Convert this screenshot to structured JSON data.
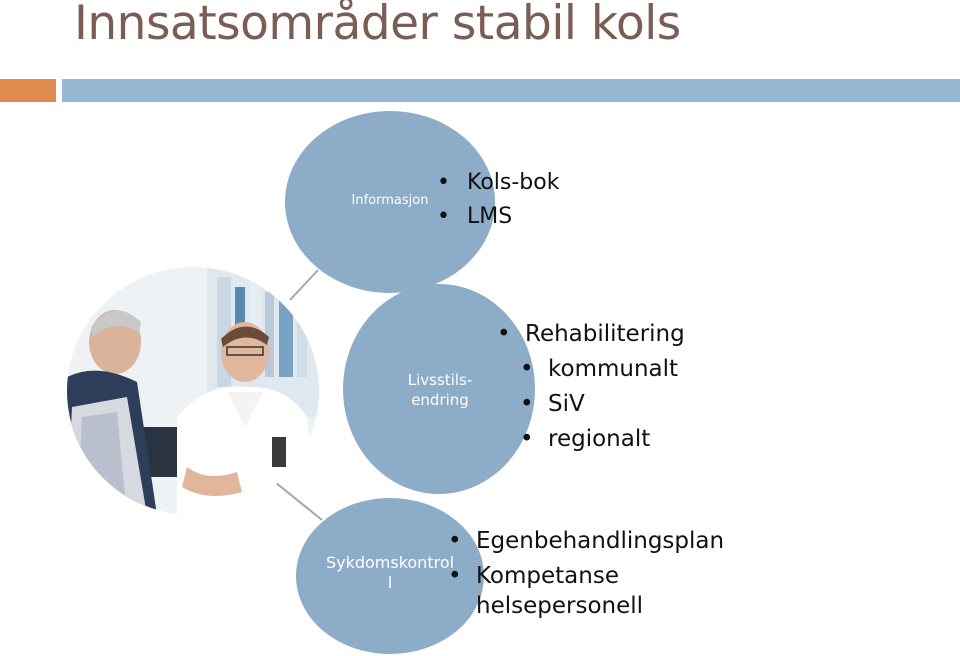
{
  "slide": {
    "title": "Innsatsområder stabil kols",
    "colors": {
      "title": "#7a5e55",
      "accent_orange": "#e08a50",
      "accent_blue": "#97b6d2",
      "circle": "#8cacc8"
    }
  },
  "circles": [
    {
      "label": "Informasjon",
      "bullets": [
        "Kols-bok",
        "LMS"
      ]
    },
    {
      "label_lines": [
        "Livsstils-",
        "endring"
      ],
      "bullets": [
        "Rehabilitering"
      ],
      "sub_bullets": [
        "kommunalt",
        "SiV",
        "regionalt"
      ]
    },
    {
      "label_lines": [
        "Sykdomskontrol",
        "l"
      ],
      "bullets": [
        "Egenbehandlingsplan",
        "Kompetanse"
      ],
      "bullet_continuation": "helsepersonell"
    }
  ]
}
